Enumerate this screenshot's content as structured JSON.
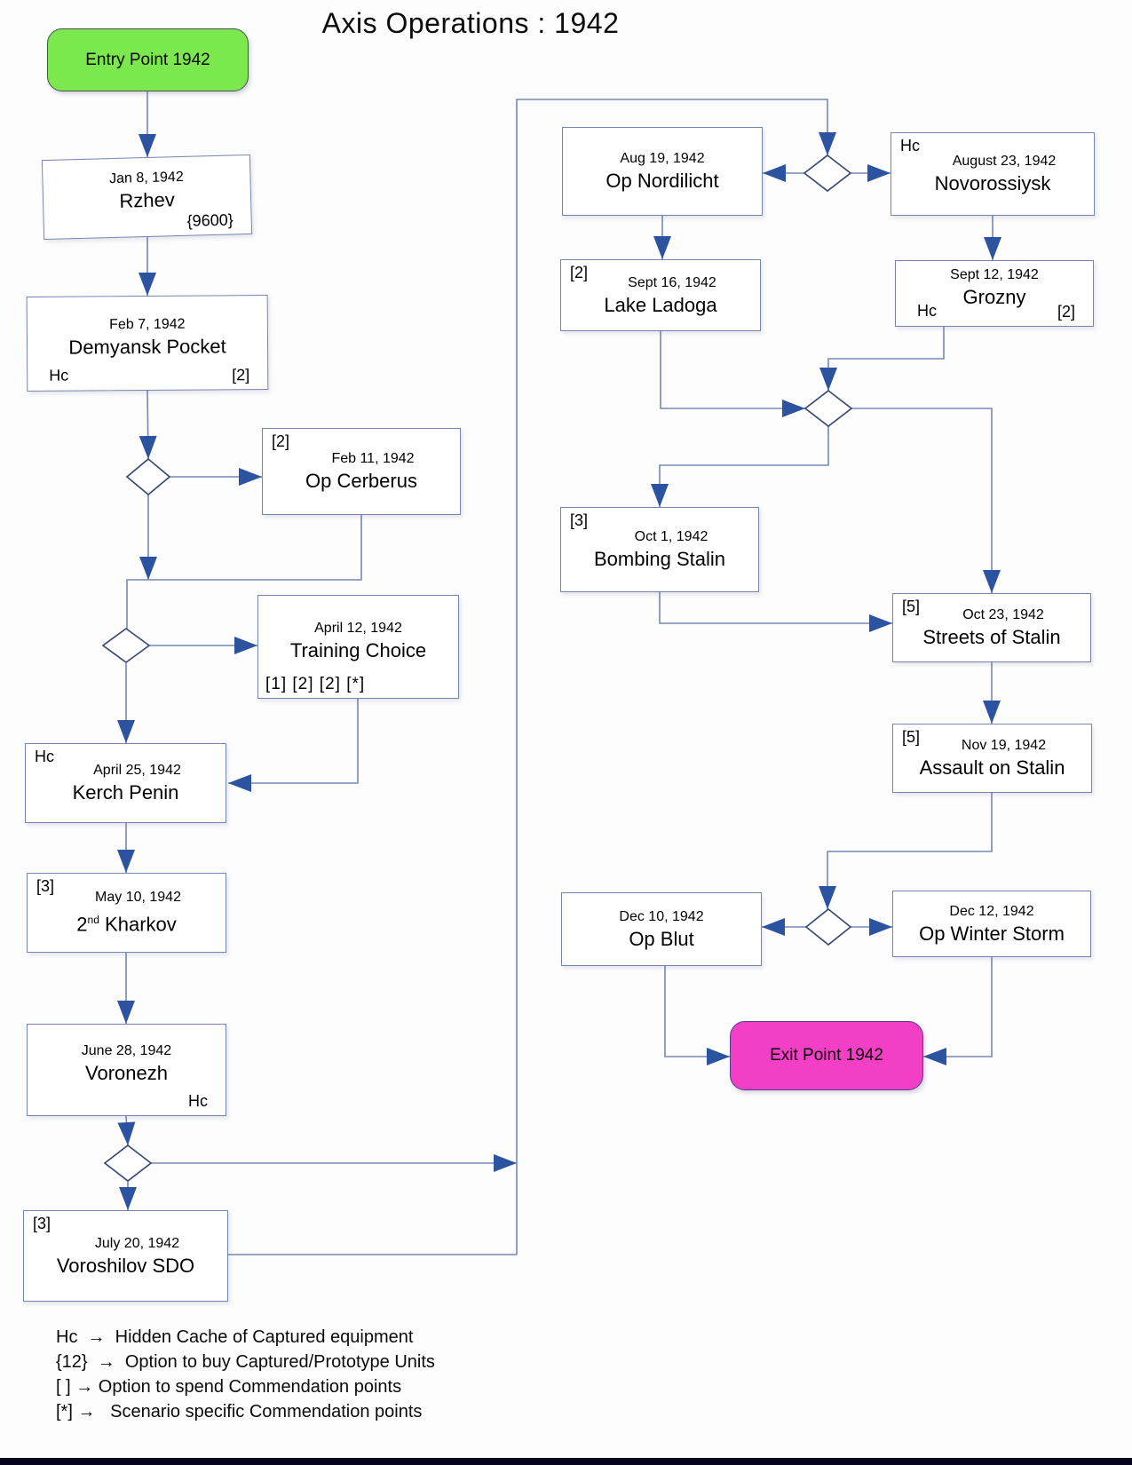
{
  "title": "Axis Operations : 1942",
  "colors": {
    "entry_fill": "#7be84e",
    "exit_fill": "#f23fc5",
    "line": "#7489b6",
    "box_border": "#7286b2",
    "diamond_border": "#3a4a76",
    "arrow_fill": "#2c53a0"
  },
  "nodes": [
    {
      "id": "entry",
      "kind": "start",
      "label": "Entry Point 1942"
    },
    {
      "id": "rzhev",
      "kind": "process",
      "date": "Jan 8, 1942",
      "name": "Rzhev",
      "markers": {
        "br": "{9600}"
      }
    },
    {
      "id": "demyansk",
      "kind": "process",
      "date": "Feb 7, 1942",
      "name": "Demyansk Pocket",
      "markers": {
        "bl": "Hc",
        "br": "[2]"
      }
    },
    {
      "id": "cerberus",
      "kind": "process",
      "date": "Feb 11, 1942",
      "name": "Op Cerberus",
      "markers": {
        "tl": "[2]"
      }
    },
    {
      "id": "training",
      "kind": "process",
      "date": "April 12, 1942",
      "name": "Training Choice",
      "markers": {
        "bottom": "[1] [2]  [2] [*]"
      }
    },
    {
      "id": "kerch",
      "kind": "process",
      "date": "April 25, 1942",
      "name": "Kerch Penin",
      "markers": {
        "tl": "Hc"
      }
    },
    {
      "id": "kharkov",
      "kind": "process",
      "date": "May 10, 1942",
      "name": "2^nd Kharkov",
      "markers": {
        "tl": "[3]"
      }
    },
    {
      "id": "voronezh",
      "kind": "process",
      "date": "June 28, 1942",
      "name": "Voronezh",
      "markers": {
        "br": "Hc"
      }
    },
    {
      "id": "voroshilov",
      "kind": "process",
      "date": "July 20, 1942",
      "name": "Voroshilov SDO",
      "markers": {
        "tl": "[3]"
      }
    },
    {
      "id": "nordilicht",
      "kind": "process",
      "date": "Aug 19, 1942",
      "name": "Op Nordilicht",
      "markers": {}
    },
    {
      "id": "novorossiysk",
      "kind": "process",
      "date": "August 23, 1942",
      "name": "Novorossiysk",
      "markers": {
        "tl": "Hc"
      }
    },
    {
      "id": "ladoga",
      "kind": "process",
      "date": "Sept 16, 1942",
      "name": "Lake Ladoga",
      "markers": {
        "tl": "[2]"
      }
    },
    {
      "id": "grozny",
      "kind": "process",
      "date": "Sept 12, 1942",
      "name": "Grozny",
      "markers": {
        "bl": "Hc",
        "br": "[2]"
      }
    },
    {
      "id": "bombing",
      "kind": "process",
      "date": "Oct 1, 1942",
      "name": "Bombing Stalin",
      "markers": {
        "tl": "[3]"
      }
    },
    {
      "id": "streets",
      "kind": "process",
      "date": "Oct 23, 1942",
      "name": "Streets of Stalin",
      "markers": {
        "tl": "[5]"
      }
    },
    {
      "id": "assault",
      "kind": "process",
      "date": "Nov 19, 1942",
      "name": "Assault on Stalin",
      "markers": {
        "tl": "[5]"
      }
    },
    {
      "id": "opblut",
      "kind": "process",
      "date": "Dec 10, 1942",
      "name": "Op Blut",
      "markers": {}
    },
    {
      "id": "winter",
      "kind": "process",
      "date": "Dec 12, 1942",
      "name": "Op Winter Storm",
      "markers": {}
    },
    {
      "id": "exit",
      "kind": "end",
      "label": "Exit Point 1942"
    }
  ],
  "legend": {
    "lines": [
      "Hc  →  Hidden Cache of Captured equipment",
      "{12}  →  Option to buy Captured/Prototype Units",
      "[ ] → Option to spend Commendation points",
      "[*] →   Scenario specific Commendation points"
    ]
  }
}
